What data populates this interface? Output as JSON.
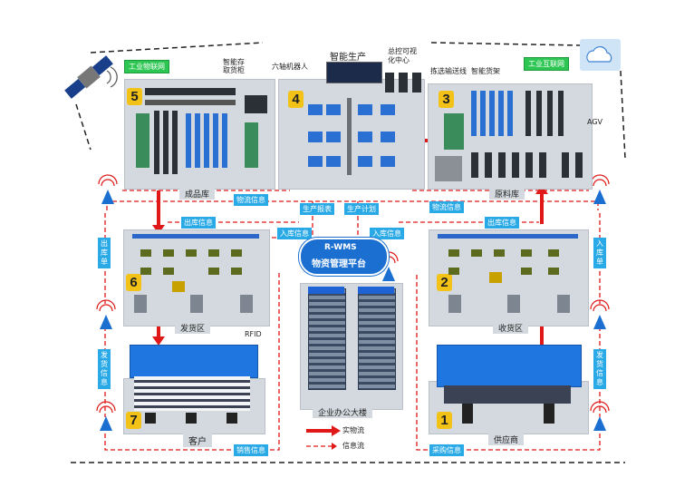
{
  "diagram": {
    "top": {
      "industrial_iot": "工业物联网",
      "industrial_internet": "工业互联网",
      "smart_production": "智能生产",
      "smart_cabinet": "智能存\n取货柜",
      "six_axis_robot": "六轴机器人",
      "control_center": "总控可视\n化中心",
      "sorting_line": "拣选输送线",
      "smart_shelf": "智能货架",
      "agv": "AGV"
    },
    "zones": {
      "finished_goods": "成品库",
      "raw_materials": "原料库",
      "shipping_area": "发货区",
      "receiving_area": "收货区",
      "customer": "客户",
      "supplier": "供应商",
      "office_building": "企业办公大楼",
      "rfid": "RFID"
    },
    "numbers": [
      "1",
      "2",
      "3",
      "4",
      "5",
      "6",
      "7"
    ],
    "platform": {
      "line1": "R-WMS",
      "line2": "物资管理平台"
    },
    "info_labels": {
      "logistics_info_left": "物流信息",
      "logistics_info_right": "物流信息",
      "production_report": "生产报表",
      "production_plan": "生产计划",
      "outbound_info_left": "出库信息",
      "outbound_info_right": "出库信息",
      "inbound_info_left": "入库信息",
      "inbound_info_center": "入库信息",
      "outbound_order": "出库单",
      "inbound_order": "入库单",
      "shipping_info": "发货信息",
      "delivery_info": "发货信息",
      "sales_info": "销售信息",
      "purchase_info": "采购信息"
    },
    "legend": {
      "physical_flow": "实物流",
      "info_flow": "信息流"
    }
  },
  "colors": {
    "zone_bg": "#d4d9df",
    "info_box": "#29a9e6",
    "physical_arrow": "#e01818",
    "info_arrow": "#e01818",
    "number_badge": "#f2c316",
    "green_tag": "#2dc653"
  }
}
